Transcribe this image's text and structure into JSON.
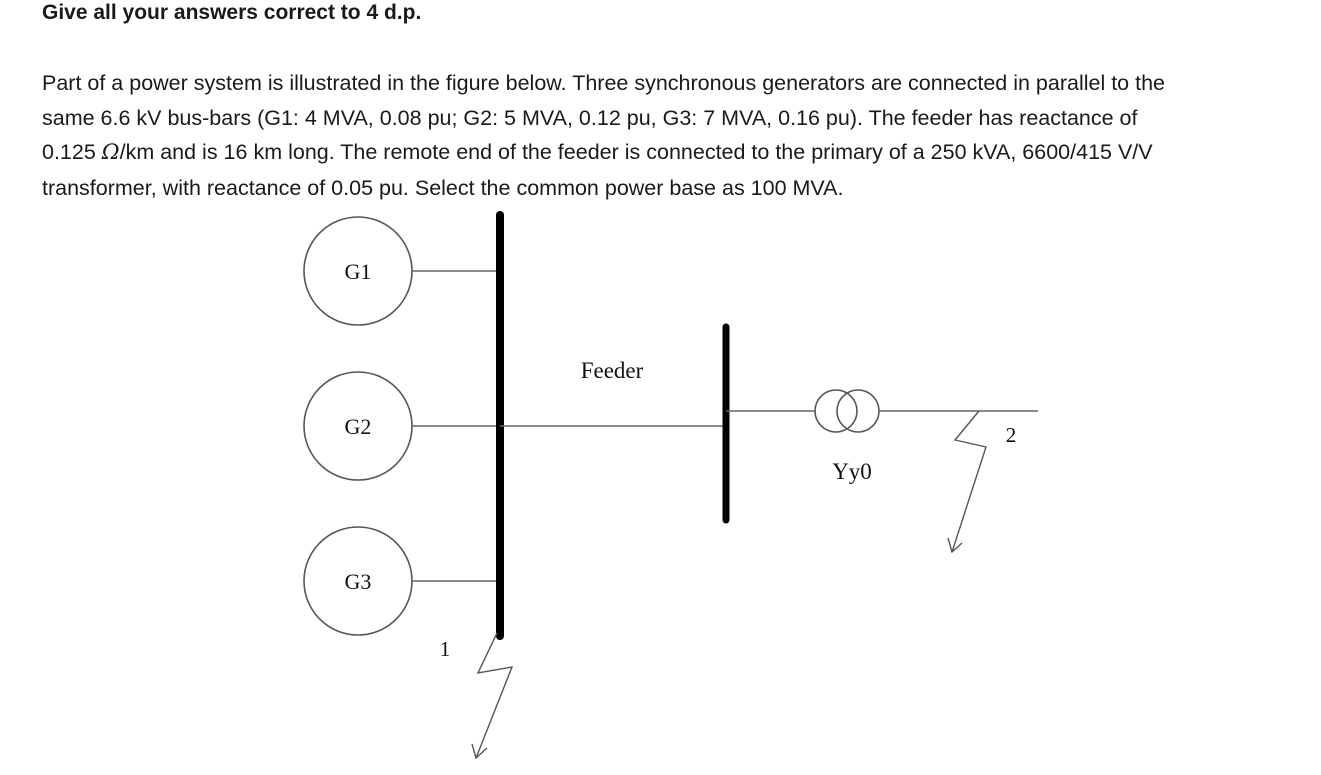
{
  "instruction": "Give all your answers correct to 4 d.p.",
  "problem": {
    "line1": "Part of a power system is illustrated in the figure below. Three synchronous generators are connected in parallel to the",
    "line2": "same 6.6 kV bus-bars (G1: 4 MVA, 0.08 pu; G2: 5 MVA, 0.12 pu, G3: 7 MVA, 0.16 pu). The feeder has reactance of",
    "line3_before_unit": "0.125 ",
    "ohm_symbol": "Ω",
    "line3_after_unit": "/km and is 16 km long. The remote end of the feeder is connected to the primary of a 250 kVA, 6600/415 V/V",
    "line4": "transformer, with reactance of 0.05 pu. Select the common power base as 100 MVA."
  },
  "diagram": {
    "generators": [
      {
        "label": "G1"
      },
      {
        "label": "G2"
      },
      {
        "label": "G3"
      }
    ],
    "feeder_label": "Feeder",
    "transformer_label": "Yy0",
    "fault_points": [
      {
        "label": "1"
      },
      {
        "label": "2"
      }
    ]
  }
}
